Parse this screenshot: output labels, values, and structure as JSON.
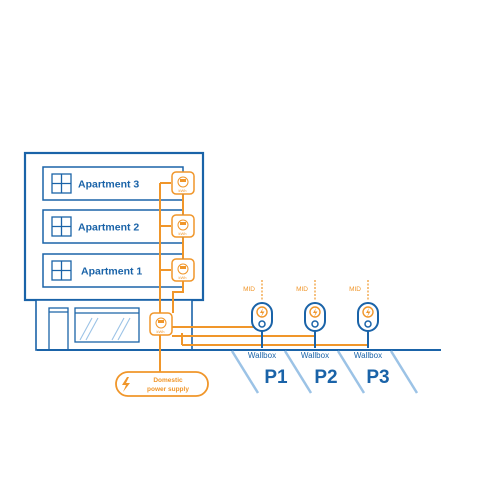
{
  "colors": {
    "blue": "#1a63a8",
    "orange": "#f0962a",
    "light_blue": "#9cc3e6",
    "background": "#ffffff"
  },
  "building": {
    "apartments": [
      {
        "label": "Apartment 3",
        "icon": "window-icon",
        "meter_icon": "kwh-meter-icon"
      },
      {
        "label": "Apartment 2",
        "icon": "window-icon",
        "meter_icon": "kwh-meter-icon"
      },
      {
        "label": "Apartment 1",
        "icon": "window-icon",
        "meter_icon": "kwh-meter-icon"
      }
    ],
    "main_meter_icon": "kwh-meter-icon",
    "meter_unit": "kWh"
  },
  "supply": {
    "label_line1": "Domestic",
    "label_line2": "power supply",
    "icon": "lightning-icon"
  },
  "parking": [
    {
      "label": "P1",
      "wallbox_label": "Wallbox",
      "mid_label": "MID",
      "icon": "ev-charger-icon"
    },
    {
      "label": "P2",
      "wallbox_label": "Wallbox",
      "mid_label": "MID",
      "icon": "ev-charger-icon"
    },
    {
      "label": "P3",
      "wallbox_label": "Wallbox",
      "mid_label": "MID",
      "icon": "ev-charger-icon"
    }
  ]
}
